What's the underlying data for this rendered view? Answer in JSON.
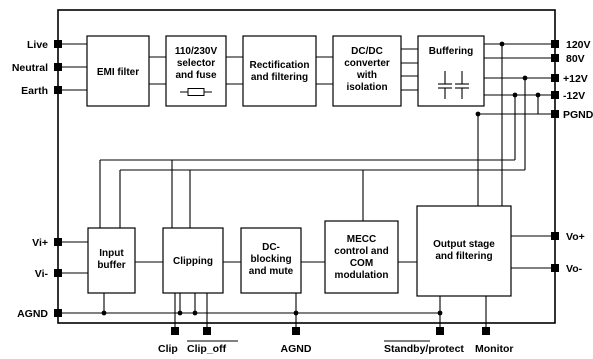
{
  "pins_left": {
    "live": "Live",
    "neutral": "Neutral",
    "earth": "Earth",
    "vi_plus": "Vi+",
    "vi_minus": "Vi-",
    "agnd": "AGND"
  },
  "pins_right": {
    "v120": "120V",
    "v80": "80V",
    "plus12": "+12V",
    "minus12": "-12V",
    "pgnd": "PGND",
    "vo_plus": "Vo+",
    "vo_minus": "Vo-"
  },
  "pins_bottom": {
    "clip": "Clip",
    "clip_off": "Clip_off",
    "agnd": "AGND",
    "standby": "Standby/protect",
    "monitor": "Monitor"
  },
  "blocks": {
    "emi": [
      "EMI filter"
    ],
    "selector": [
      "110/230V",
      "selector",
      "and fuse"
    ],
    "rectification": [
      "Rectification",
      "and filtering"
    ],
    "dcdc": [
      "DC/DC",
      "converter",
      "with",
      "isolation"
    ],
    "buffering": [
      "Buffering"
    ],
    "input_buffer": [
      "Input",
      "buffer"
    ],
    "clipping": [
      "Clipping"
    ],
    "dc_blocking": [
      "DC-",
      "blocking",
      "and mute"
    ],
    "mecc": [
      "MECC",
      "control and",
      "COM",
      "modulation"
    ],
    "output_stage": [
      "Output stage",
      "and filtering"
    ]
  }
}
